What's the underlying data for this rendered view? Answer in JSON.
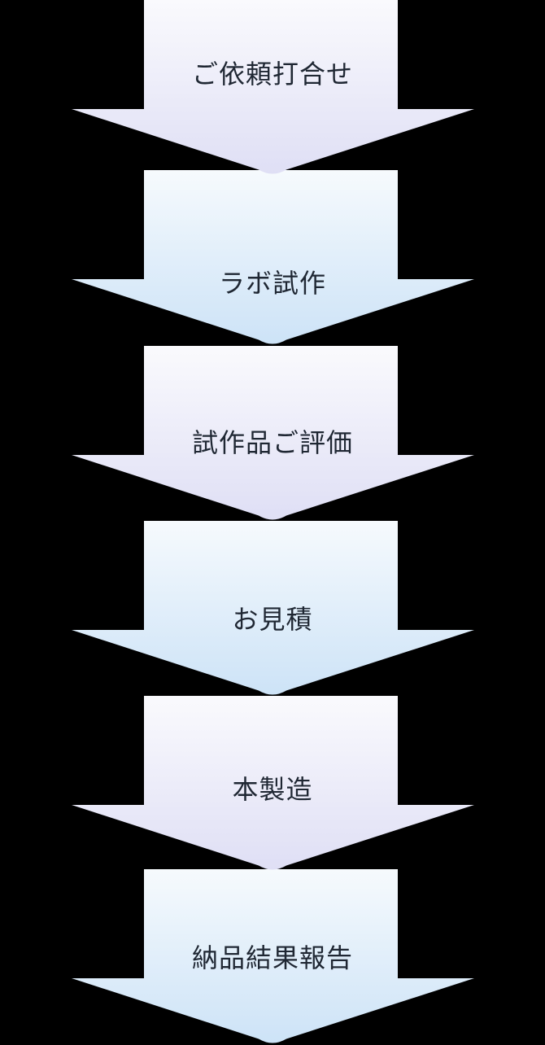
{
  "flowchart": {
    "steps": [
      {
        "label": "ご依頼打合せ"
      },
      {
        "label": "ラボ試作"
      },
      {
        "label": "試作品ご評価"
      },
      {
        "label": "お見積"
      },
      {
        "label": "本製造"
      },
      {
        "label": "納品結果報告"
      }
    ]
  },
  "colors": {
    "background": "#000000",
    "text": "#1f2733",
    "odd_step_gradient_top": "#fafafd",
    "odd_step_gradient_bottom": "#dfdff5",
    "even_step_gradient_top": "#f6fafd",
    "even_step_gradient_bottom": "#cde3f7"
  }
}
